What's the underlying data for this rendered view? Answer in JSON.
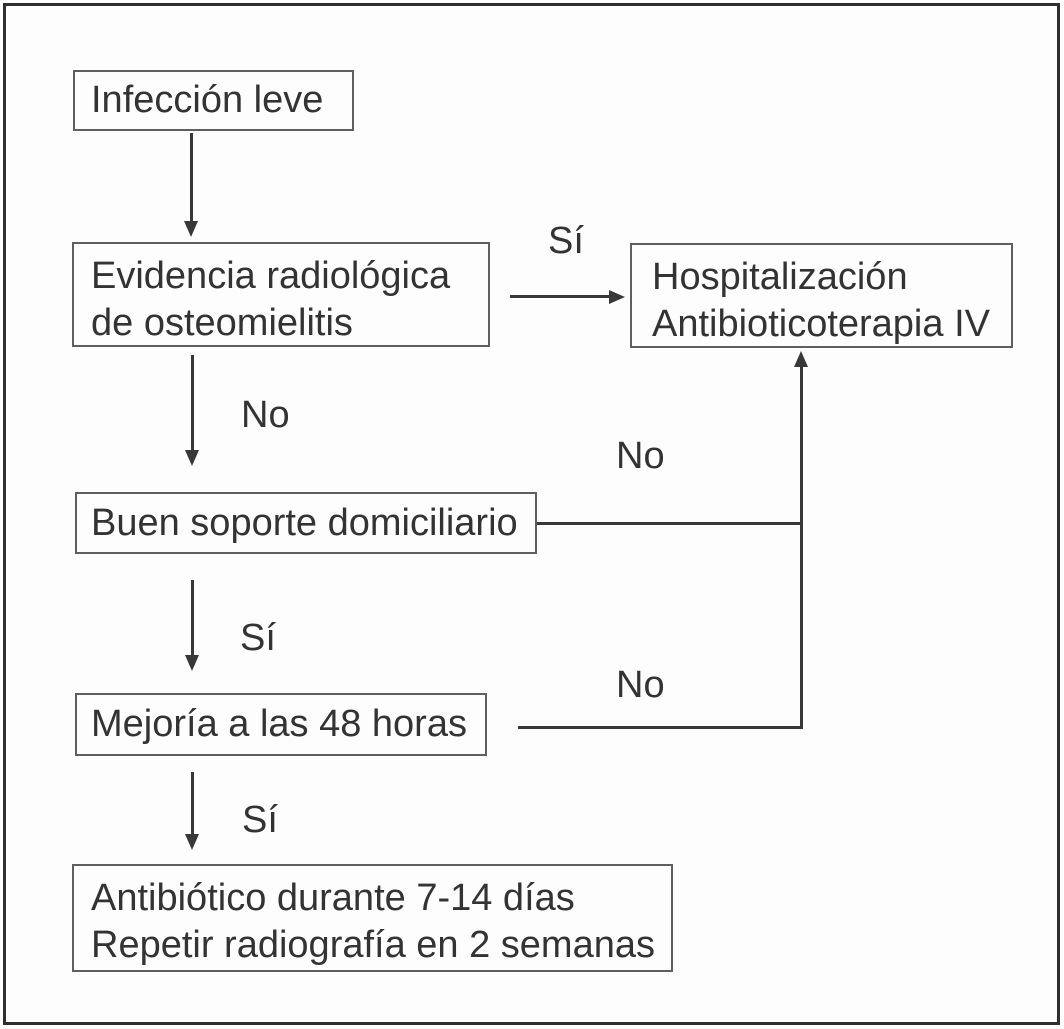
{
  "flowchart": {
    "boxes": {
      "infection": {
        "line1": "Infección leve"
      },
      "evidence": {
        "line1": "Evidencia radiológica",
        "line2": "de osteomielitis"
      },
      "hospital": {
        "line1": "Hospitalización",
        "line2": "Antibioticoterapia IV"
      },
      "support": {
        "line1": "Buen soporte domiciliario"
      },
      "improvement": {
        "line1": "Mejoría a las 48 horas"
      },
      "treatment": {
        "line1": "Antibiótico durante 7-14 días",
        "line2": "Repetir radiografía en 2 semanas"
      }
    },
    "labels": {
      "yes_radiology": "Sí",
      "no_radiology": "No",
      "no_support": "No",
      "yes_support": "Sí",
      "no_improvement": "No",
      "yes_improvement": "Sí"
    },
    "colors": {
      "background": "#fdfdfd",
      "frame": "#2f2f2f",
      "box_border": "#5d5f61",
      "line": "#383838",
      "text": "#333333"
    }
  }
}
